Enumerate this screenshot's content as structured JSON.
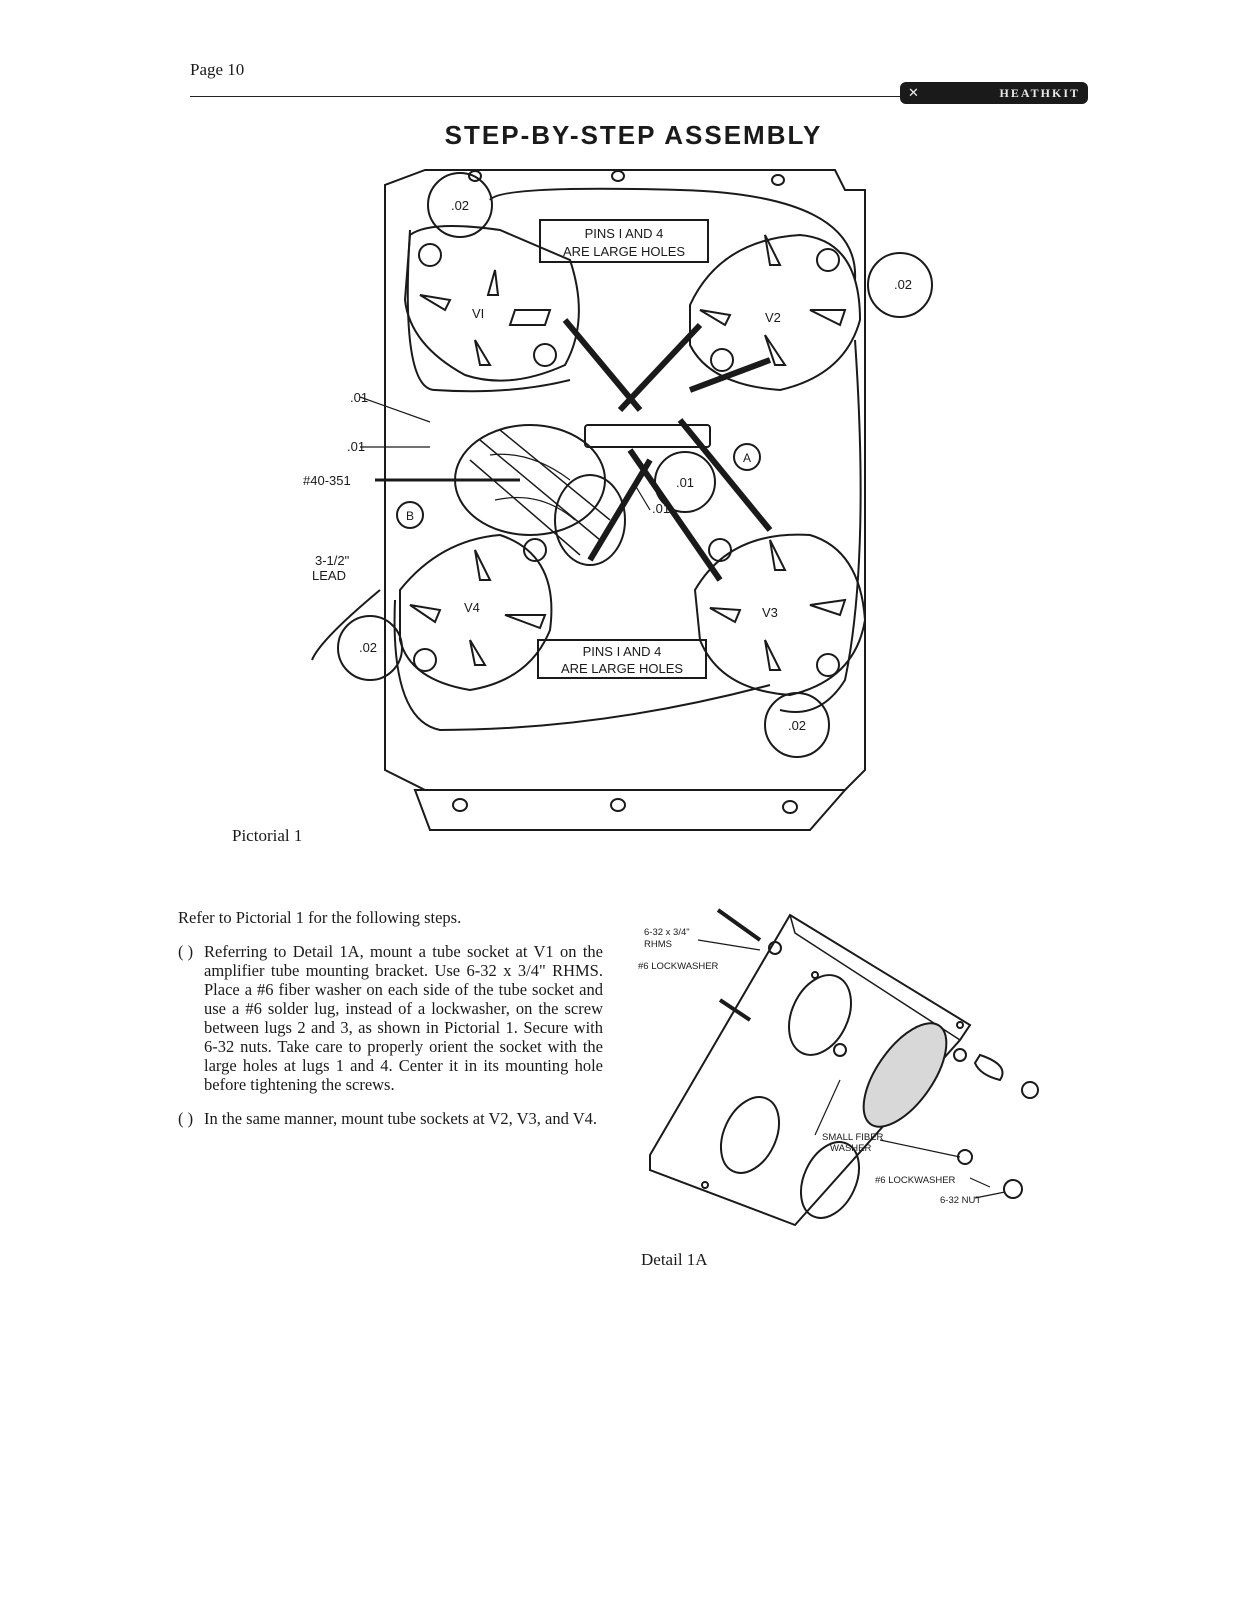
{
  "header": {
    "page_number": "Page 10",
    "brand": "HEATHKIT"
  },
  "title": "STEP-BY-STEP ASSEMBLY",
  "pictorial": {
    "caption": "Pictorial 1",
    "note_top": [
      "PINS I AND 4",
      "ARE LARGE HOLES"
    ],
    "note_bottom": [
      "PINS I AND 4",
      "ARE LARGE HOLES"
    ],
    "sockets": [
      "VI",
      "V2",
      "V3",
      "V4"
    ],
    "labels": {
      "cap_tl": ".02",
      "cap_tr": ".02",
      "cap_bl": ".02",
      "cap_br": ".02",
      "cap_01_a": ".01",
      "cap_01_b": ".01",
      "cap_01_c": ".01",
      "cap_01_d": ".01",
      "part_number": "#40-351",
      "point_a": "A",
      "point_b": "B",
      "lead_line1": "3-1/2\"",
      "lead_line2": "LEAD"
    }
  },
  "instructions": {
    "intro": "Refer to Pictorial 1 for the following steps.",
    "steps": [
      {
        "checkbox": "( )",
        "text": "Referring to Detail 1A, mount a tube socket at V1 on the amplifier tube mounting bracket. Use 6-32 x 3/4\" RHMS. Place a #6 fiber washer on each side of the tube socket and use a #6 solder lug, instead of a lockwasher, on the screw between lugs 2 and 3, as shown in Pictorial 1. Secure with 6-32 nuts. Take care to properly orient the socket with the large holes at lugs 1 and 4. Center it in its mounting hole before tightening the screws."
      },
      {
        "checkbox": "( )",
        "text": "In the same manner, mount tube sockets at V2, V3, and V4."
      }
    ]
  },
  "detail": {
    "caption": "Detail 1A",
    "labels": {
      "screw_line1": "6-32 x 3/4\"",
      "screw_line2": "RHMS",
      "lockwasher_top": "#6 LOCKWASHER",
      "fiber_washer_line1": "SMALL FIBER",
      "fiber_washer_line2": "WASHER",
      "lockwasher_bottom": "#6 LOCKWASHER",
      "nut": "6-32 NUT"
    }
  }
}
